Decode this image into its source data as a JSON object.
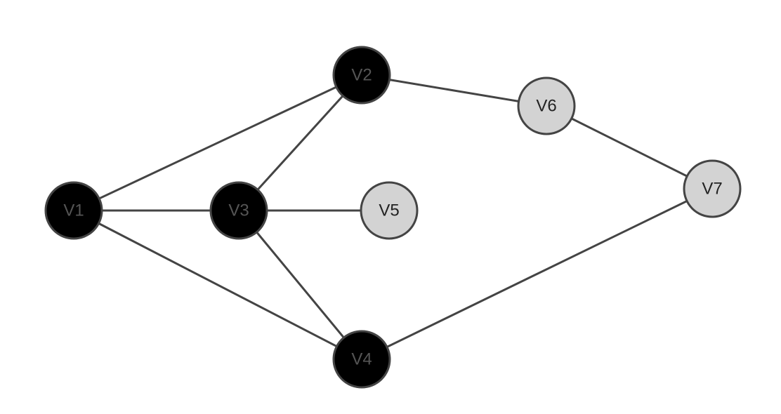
{
  "graph": {
    "colors": {
      "selected_fill": "#000000",
      "selected_text": "#555555",
      "unselected_fill": "#d3d3d3",
      "unselected_text": "#222222",
      "edge": "#444444"
    },
    "nodes": [
      {
        "id": "v1",
        "label": "V1",
        "selected": true
      },
      {
        "id": "v2",
        "label": "V2",
        "selected": true
      },
      {
        "id": "v3",
        "label": "V3",
        "selected": true
      },
      {
        "id": "v4",
        "label": "V4",
        "selected": true
      },
      {
        "id": "v5",
        "label": "V5",
        "selected": false
      },
      {
        "id": "v6",
        "label": "V6",
        "selected": false
      },
      {
        "id": "v7",
        "label": "V7",
        "selected": false
      }
    ],
    "edges": [
      {
        "from": "v1",
        "to": "v2"
      },
      {
        "from": "v1",
        "to": "v3"
      },
      {
        "from": "v1",
        "to": "v4"
      },
      {
        "from": "v2",
        "to": "v3"
      },
      {
        "from": "v2",
        "to": "v6"
      },
      {
        "from": "v3",
        "to": "v5"
      },
      {
        "from": "v3",
        "to": "v4"
      },
      {
        "from": "v4",
        "to": "v7"
      },
      {
        "from": "v6",
        "to": "v7"
      }
    ]
  }
}
